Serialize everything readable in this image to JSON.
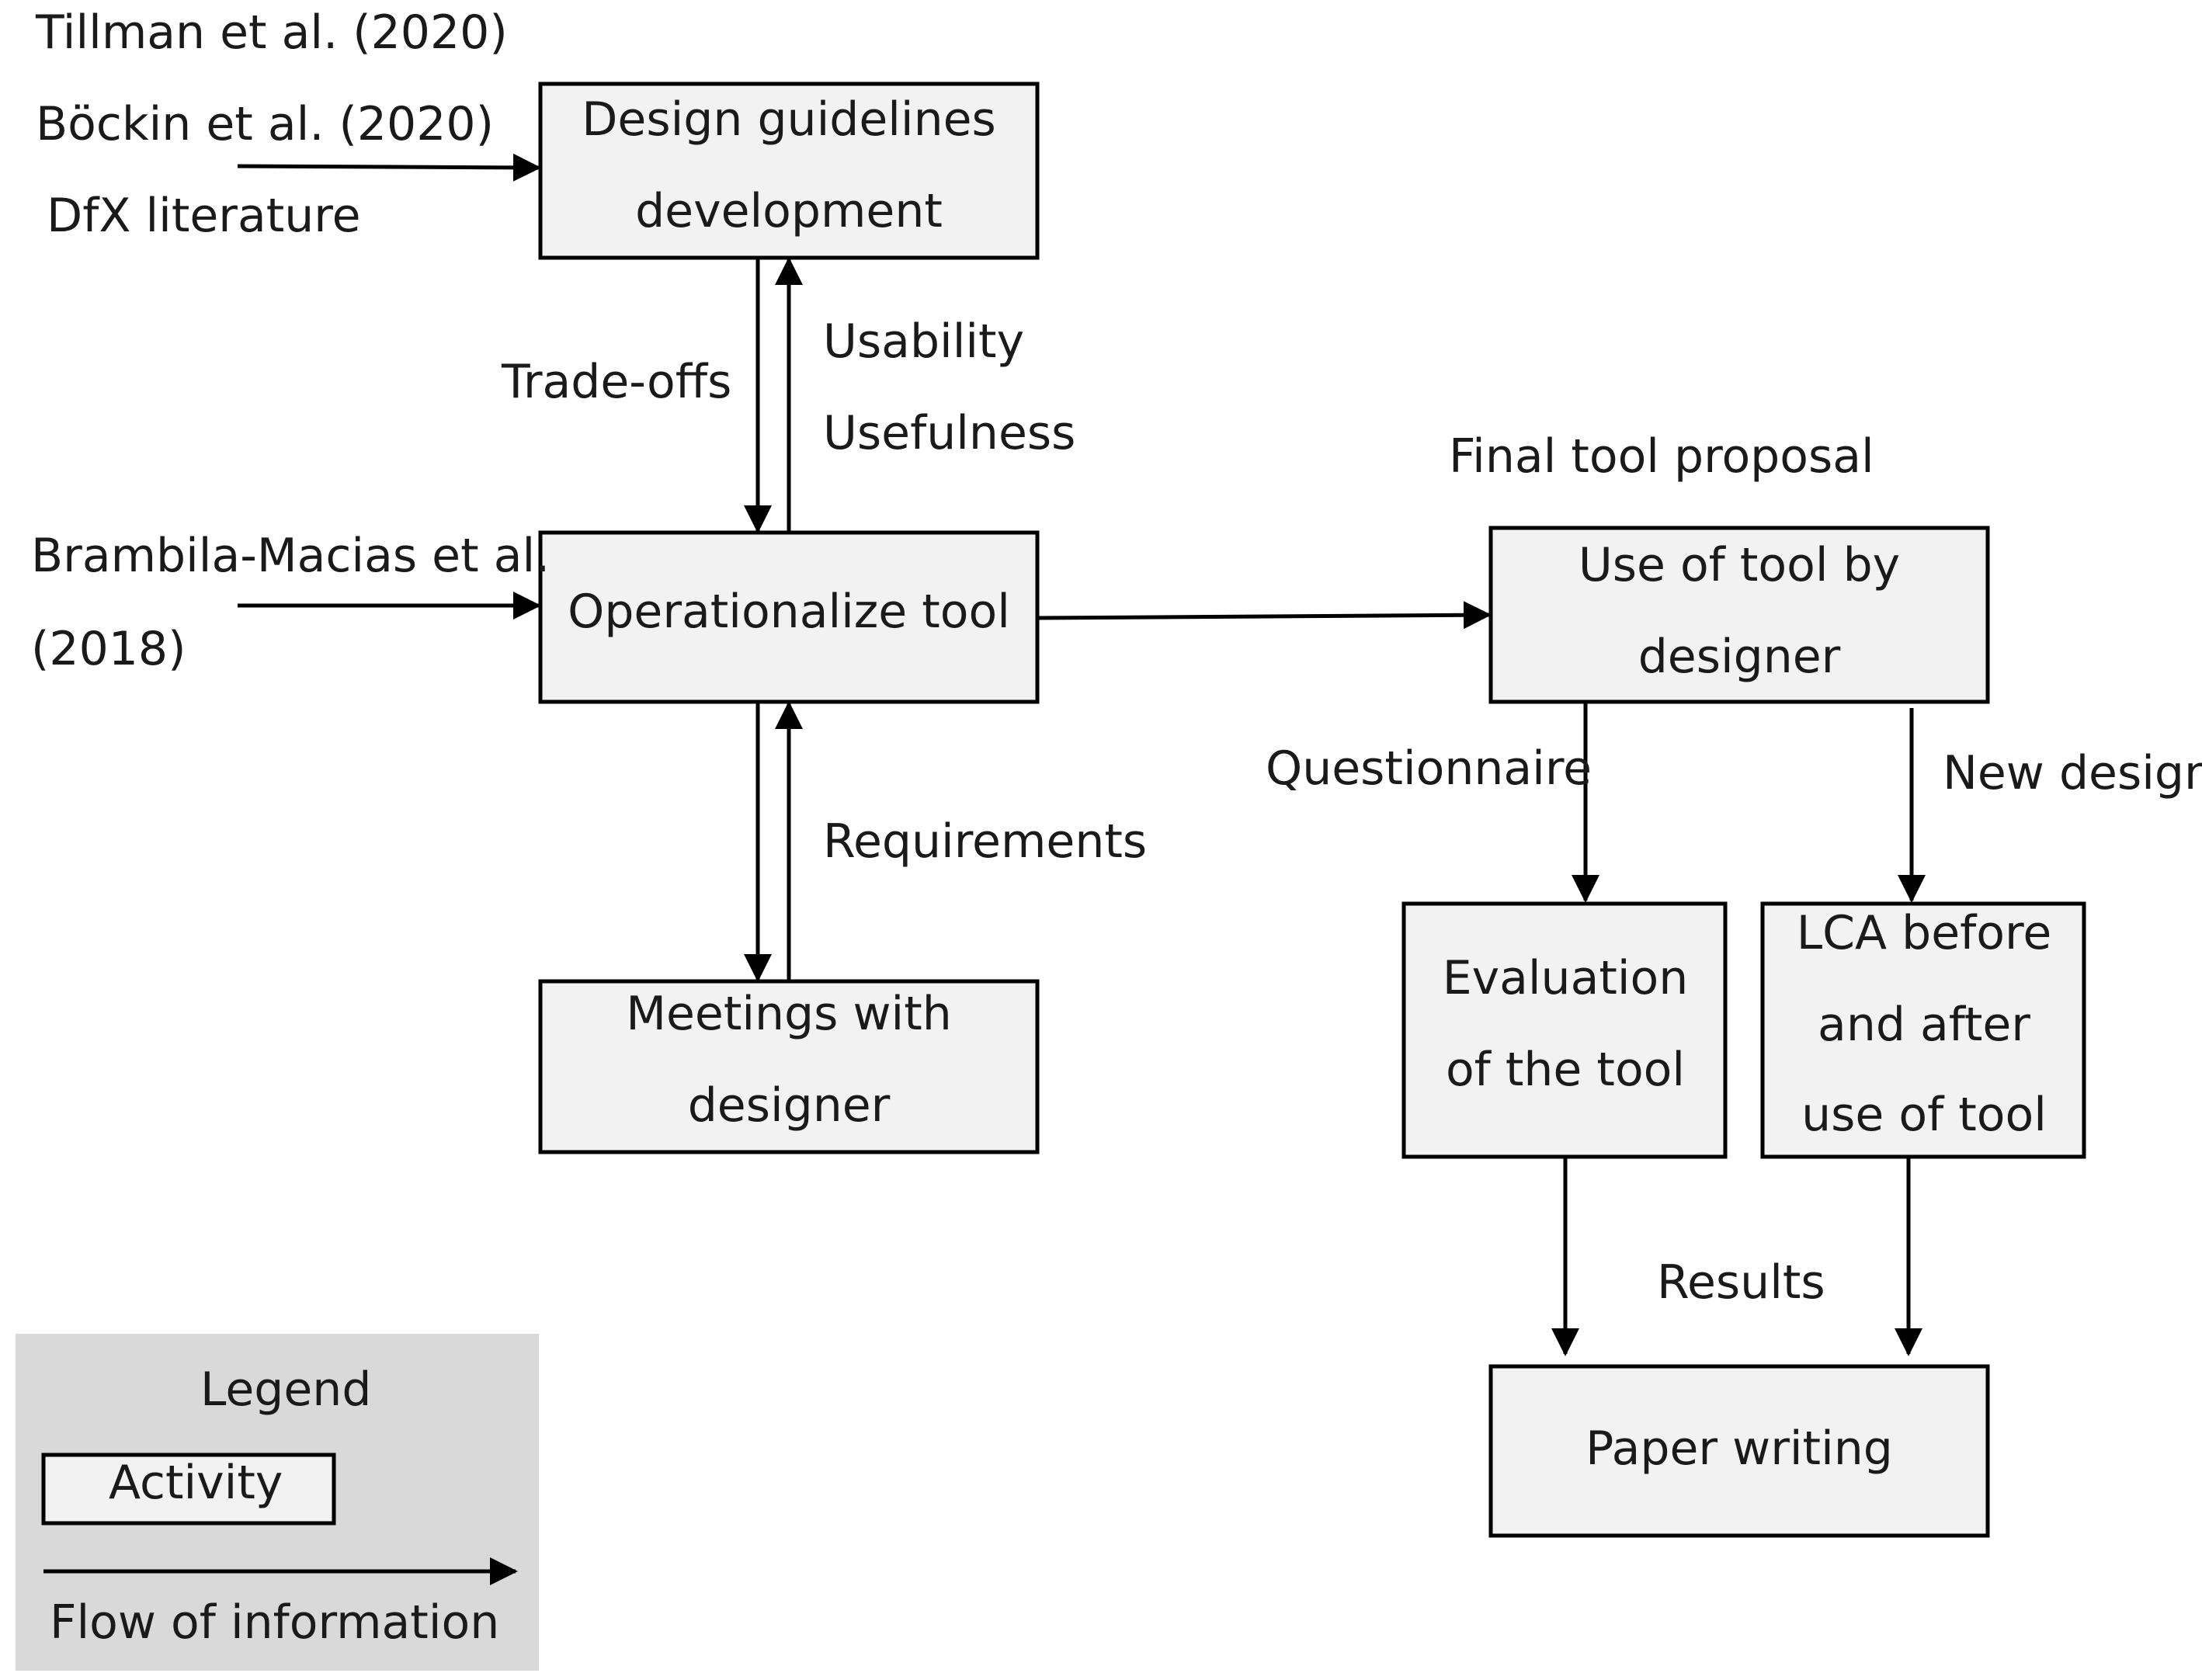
{
  "sources": {
    "tillman": "Tillman et al. (2020)",
    "bockin": "Böckin et al. (2020)",
    "dfx": "DfX literature",
    "brambila_1": "Brambila-Macias et al.",
    "brambila_2": "(2018)"
  },
  "nodes": {
    "design_guidelines": [
      "Design guidelines",
      "development"
    ],
    "operationalize": [
      "Operationalize tool"
    ],
    "meetings": [
      "Meetings with",
      "designer"
    ],
    "use_of_tool": [
      "Use of tool by",
      "designer"
    ],
    "evaluation": [
      "Evaluation",
      "of the tool"
    ],
    "lca": [
      "LCA before",
      "and after",
      "use of tool"
    ],
    "paper": [
      "Paper writing"
    ]
  },
  "edge_labels": {
    "trade_offs": "Trade-offs",
    "usability": "Usability",
    "usefulness": "Usefulness",
    "requirements": "Requirements",
    "final_tool_proposal": "Final tool proposal",
    "questionnaire": "Questionnaire",
    "new_design": "New design",
    "results": "Results"
  },
  "legend": {
    "title": "Legend",
    "activity": "Activity",
    "flow": "Flow of information"
  },
  "colors": {
    "box_fill": "#f2f2f2",
    "legend_fill": "#d9d9d9",
    "stroke": "#000000"
  }
}
